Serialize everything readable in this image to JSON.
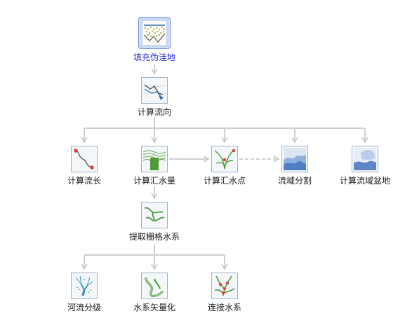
{
  "nodes": {
    "fill": "填充伪洼地",
    "flowdir": "计算流向",
    "flowlen": "计算流长",
    "flowacc": "计算汇水量",
    "pour": "计算汇水点",
    "watershed": "流域分割",
    "basin": "计算流域盆地",
    "extract": "提取栅格水系",
    "order": "河流分级",
    "vector": "水系矢量化",
    "connect": "连接水系"
  },
  "colors": {
    "connector": "#cccccc",
    "selected_label": "#2b2bd1",
    "label": "#1a1a1a",
    "river_blue": "#2f6fb7",
    "green": "#4c9a3a"
  }
}
